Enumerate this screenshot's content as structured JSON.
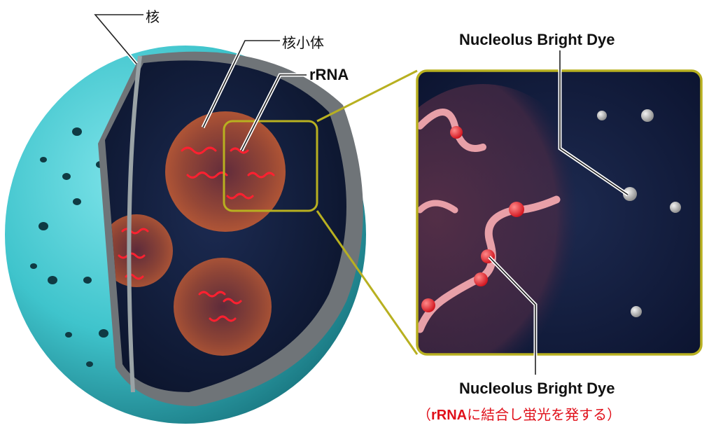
{
  "labels": {
    "nucleus": "核",
    "nucleolus": "核小体",
    "rrna": "rRNA",
    "dye_top": "Nucleolus Bright Dye",
    "dye_bottom": "Nucleolus Bright Dye",
    "dye_note_open": "（",
    "dye_note_rrna": "rRNA",
    "dye_note_rest": "に結合し蛍光を発する）"
  },
  "colors": {
    "nucleus_shell": "#3fc4cc",
    "nucleus_shell_dark": "#1f8c96",
    "interior": "#15213f",
    "nucleolus": "#b0503a",
    "rrna_strand": "#ff2030",
    "dye_bound": "#ff1a2a",
    "dye_free": "#c8c8c8",
    "zoom_frame": "#b8b020",
    "note_text": "#e0101a"
  }
}
